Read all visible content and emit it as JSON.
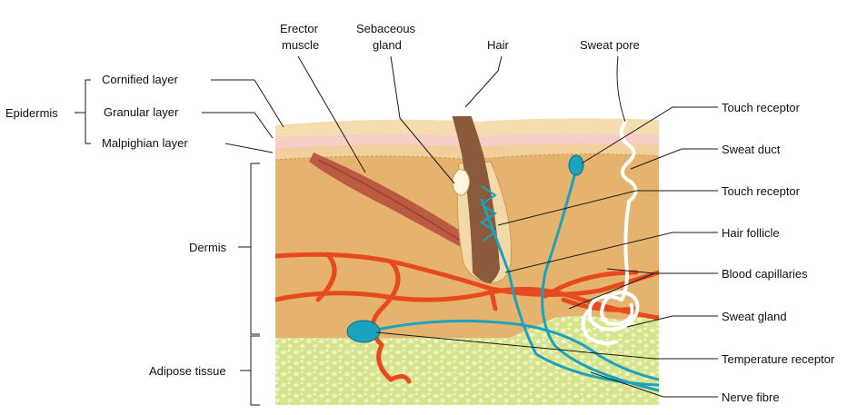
{
  "labels": {
    "erector_muscle": [
      "Erector",
      "muscle"
    ],
    "sebaceous_gland": [
      "Sebaceous",
      "gland"
    ],
    "hair": "Hair",
    "sweat_pore": "Sweat pore",
    "epidermis": "Epidermis",
    "cornified_layer": "Cornified layer",
    "granular_layer": "Granular layer",
    "malpighian_layer": "Malpighian layer",
    "dermis": "Dermis",
    "adipose_tissue": "Adipose tissue",
    "touch_receptor_top": "Touch receptor",
    "sweat_duct": "Sweat duct",
    "touch_receptor_mid": "Touch receptor",
    "hair_follicle": "Hair follicle",
    "blood_capillaries": "Blood capillaries",
    "sweat_gland": "Sweat gland",
    "temperature_receptor": "Temperature receptor",
    "nerve_fibre": "Nerve fibre"
  },
  "colors": {
    "cornified": "#f6ddb0",
    "granular": "#f7cfc6",
    "malpighian": "#f3cf9e",
    "dermis": "#e6b36f",
    "adipose": "#d7e48a",
    "capillary": "#e84a1f",
    "nerve": "#1aa3be",
    "hair": "#8a5a3a",
    "muscle": "#b8503e",
    "sweat_duct": "#ffffff"
  }
}
